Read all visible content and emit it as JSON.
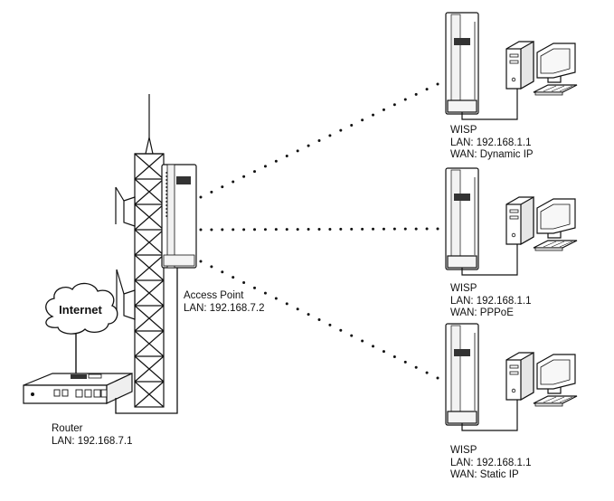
{
  "internet": {
    "label": "Internet"
  },
  "router": {
    "title": "Router",
    "lan": "LAN: 192.168.7.1"
  },
  "access_point": {
    "title": "Access Point",
    "lan": "LAN: 192.168.7.2"
  },
  "clients": [
    {
      "title": "WISP",
      "lan": "LAN: 192.168.1.1",
      "wan": "WAN: Dynamic IP"
    },
    {
      "title": "WISP",
      "lan": "LAN: 192.168.1.1",
      "wan": "WAN: PPPoE"
    },
    {
      "title": "WISP",
      "lan": "LAN: 192.168.1.1",
      "wan": "WAN: Static IP"
    }
  ],
  "colors": {
    "line": "#111111",
    "fill": "#ffffff",
    "shade": "#dcdcdc"
  }
}
